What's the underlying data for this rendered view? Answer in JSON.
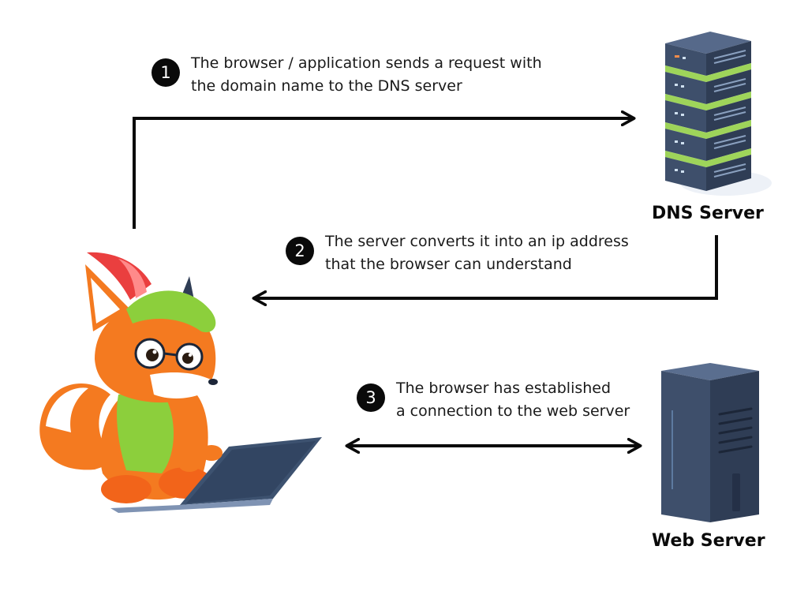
{
  "steps": [
    {
      "number": "1",
      "line1": "The browser / application sends a request with",
      "line2": "the domain name to the DNS server"
    },
    {
      "number": "2",
      "line1": "The server converts it into an ip address",
      "line2": "that the browser can understand"
    },
    {
      "number": "3",
      "line1": "The browser has established",
      "line2": "a connection to the web server"
    }
  ],
  "nodes": {
    "dns_server": {
      "label": "DNS Server"
    },
    "web_server": {
      "label": "Web Server"
    }
  },
  "colors": {
    "arrow": "#0a0a0a",
    "badge": "#0a0a0a",
    "server_body": "#3e4f6b",
    "server_accent": "#9ed45a",
    "fox_orange": "#f47a20",
    "fox_green": "#8ccf3c",
    "laptop": "#3d5270"
  },
  "icons": [
    "fox-mascot-icon",
    "laptop-icon",
    "dns-server-rack-icon",
    "web-server-tower-icon"
  ]
}
